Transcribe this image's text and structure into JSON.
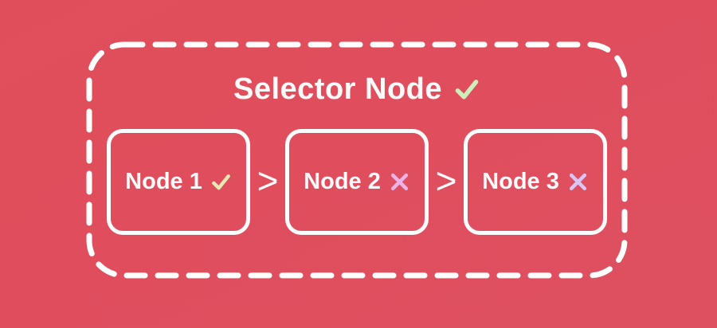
{
  "diagram": {
    "title": "Selector Node",
    "title_status": "check",
    "separator": ">",
    "nodes": [
      {
        "label": "Node 1",
        "status": "check",
        "status_icon": "check-icon"
      },
      {
        "label": "Node 2",
        "status": "fail",
        "status_icon": "x-icon"
      },
      {
        "label": "Node 3",
        "status": "fail",
        "status_icon": "x-icon"
      }
    ],
    "colors": {
      "background_top": "#e14e5b",
      "background_bottom": "#de4f60",
      "container_border": "#ffffff",
      "node_border": "#fdfcfc",
      "text": "#fbfafa",
      "title_check": "#cdeebb",
      "node1_check": "#e6e9b2",
      "node2_x": "#eeb3e6",
      "node3_x": "#d9c6f4"
    }
  }
}
